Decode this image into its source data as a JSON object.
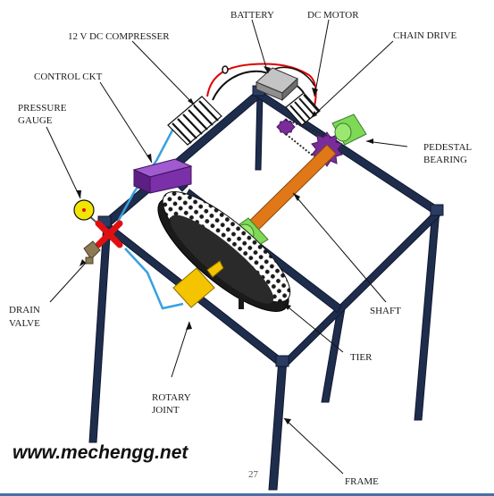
{
  "labels": {
    "battery": "BATTERY",
    "dc_motor": "DC MOTOR",
    "compressor": "12 V DC COMPRESSER",
    "chain_drive": "CHAIN DRIVE",
    "control_ckt": "CONTROL CKT",
    "pressure_gauge_line1": "PRESSURE",
    "pressure_gauge_line2": "GAUGE",
    "pedestal_bearing_line1": "PEDESTAL",
    "pedestal_bearing_line2": "BEARING",
    "drain_valve_line1": "DRAIN",
    "drain_valve_line2": "VALVE",
    "shaft": "SHAFT",
    "tier": "TIER",
    "rotary_joint_line1": "ROTARY",
    "rotary_joint_line2": "JOINT",
    "frame": "FRAME"
  },
  "watermark": "www.mechengg.net",
  "page_number": "27",
  "colors": {
    "frame": "#1f2d4d",
    "frame_light": "#3b4f7a",
    "shaft": "#e07818",
    "bearing": "#7ed957",
    "sprocket": "#7a2d9a",
    "control_box": "#7b2fa8",
    "valve_cross": "#e01010",
    "gauge_face": "#f2e600",
    "rotary_joint": "#f5c400",
    "drain_valve": "#8c7a55",
    "air_line": "#3aa0e0",
    "battery": "#9a9a9a",
    "wire_red": "#e00000"
  }
}
